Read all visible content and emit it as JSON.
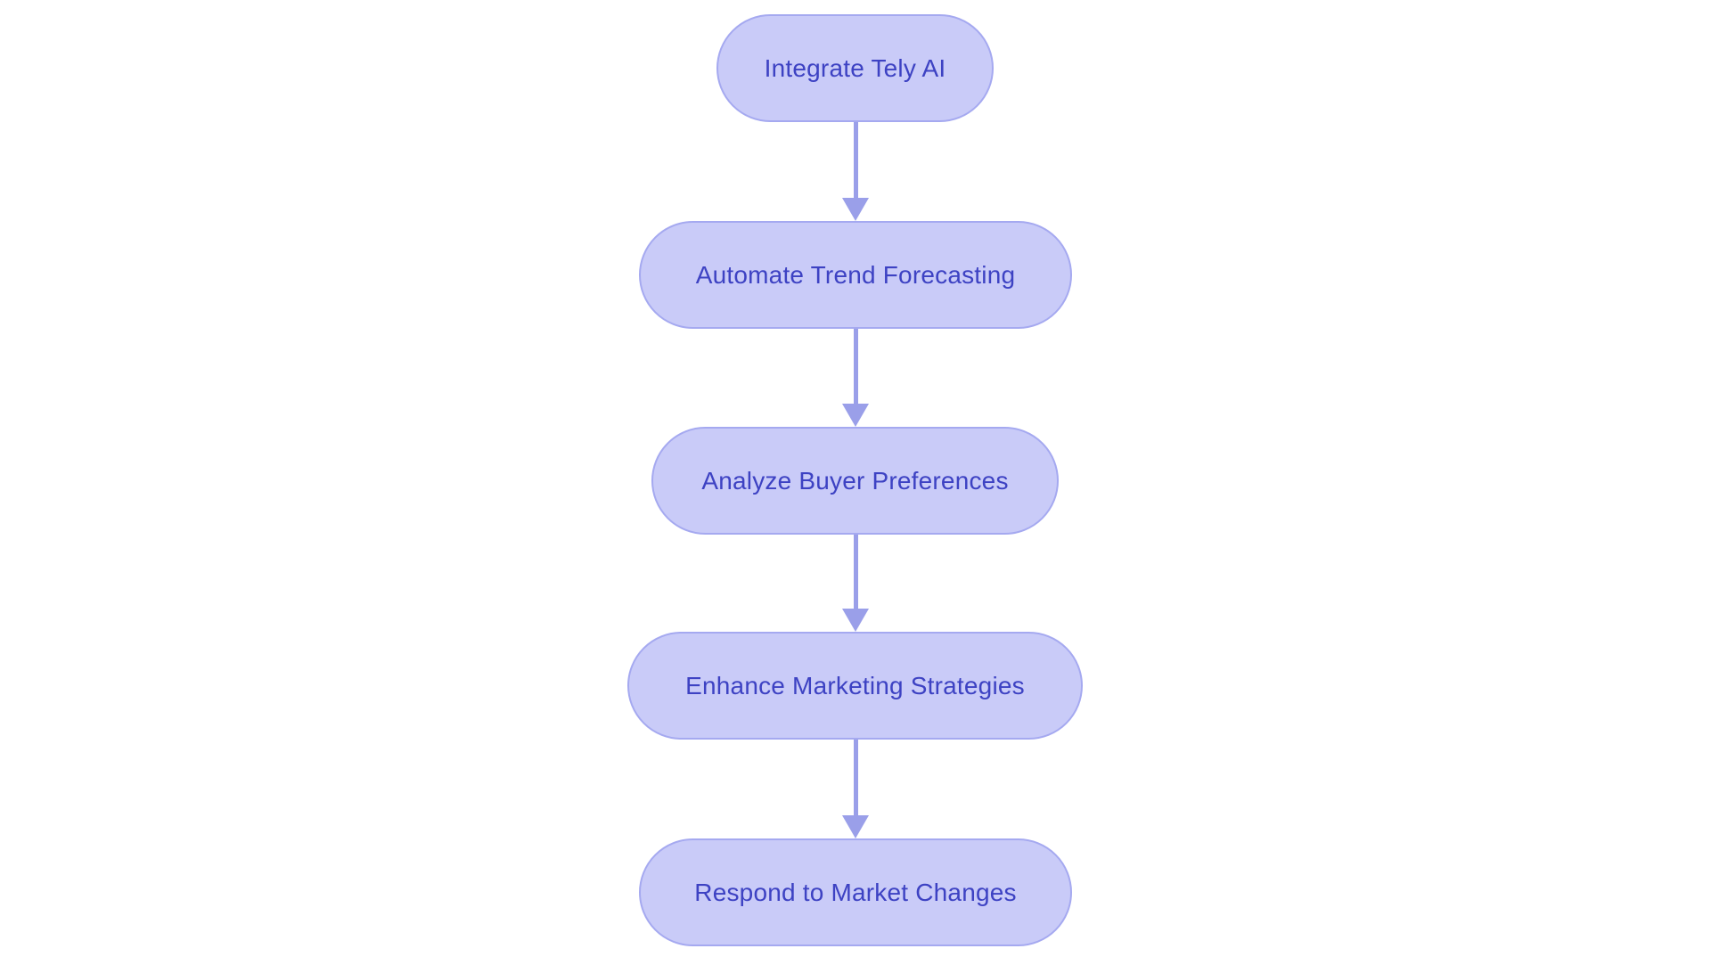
{
  "flowchart": {
    "type": "flowchart",
    "direction": "top-down",
    "nodes": [
      {
        "id": "n1",
        "label": "Integrate Tely AI"
      },
      {
        "id": "n2",
        "label": "Automate Trend Forecasting"
      },
      {
        "id": "n3",
        "label": "Analyze Buyer Preferences"
      },
      {
        "id": "n4",
        "label": "Enhance Marketing Strategies"
      },
      {
        "id": "n5",
        "label": "Respond to Market Changes"
      }
    ],
    "edges": [
      {
        "from": "n1",
        "to": "n2"
      },
      {
        "from": "n2",
        "to": "n3"
      },
      {
        "from": "n3",
        "to": "n4"
      },
      {
        "from": "n4",
        "to": "n5"
      }
    ]
  },
  "colors": {
    "background": "#ffffff",
    "node_fill": "#c9cbf8",
    "node_border": "#a5a9f0",
    "node_text": "#3d42c3",
    "arrow": "#9a9fe9"
  }
}
